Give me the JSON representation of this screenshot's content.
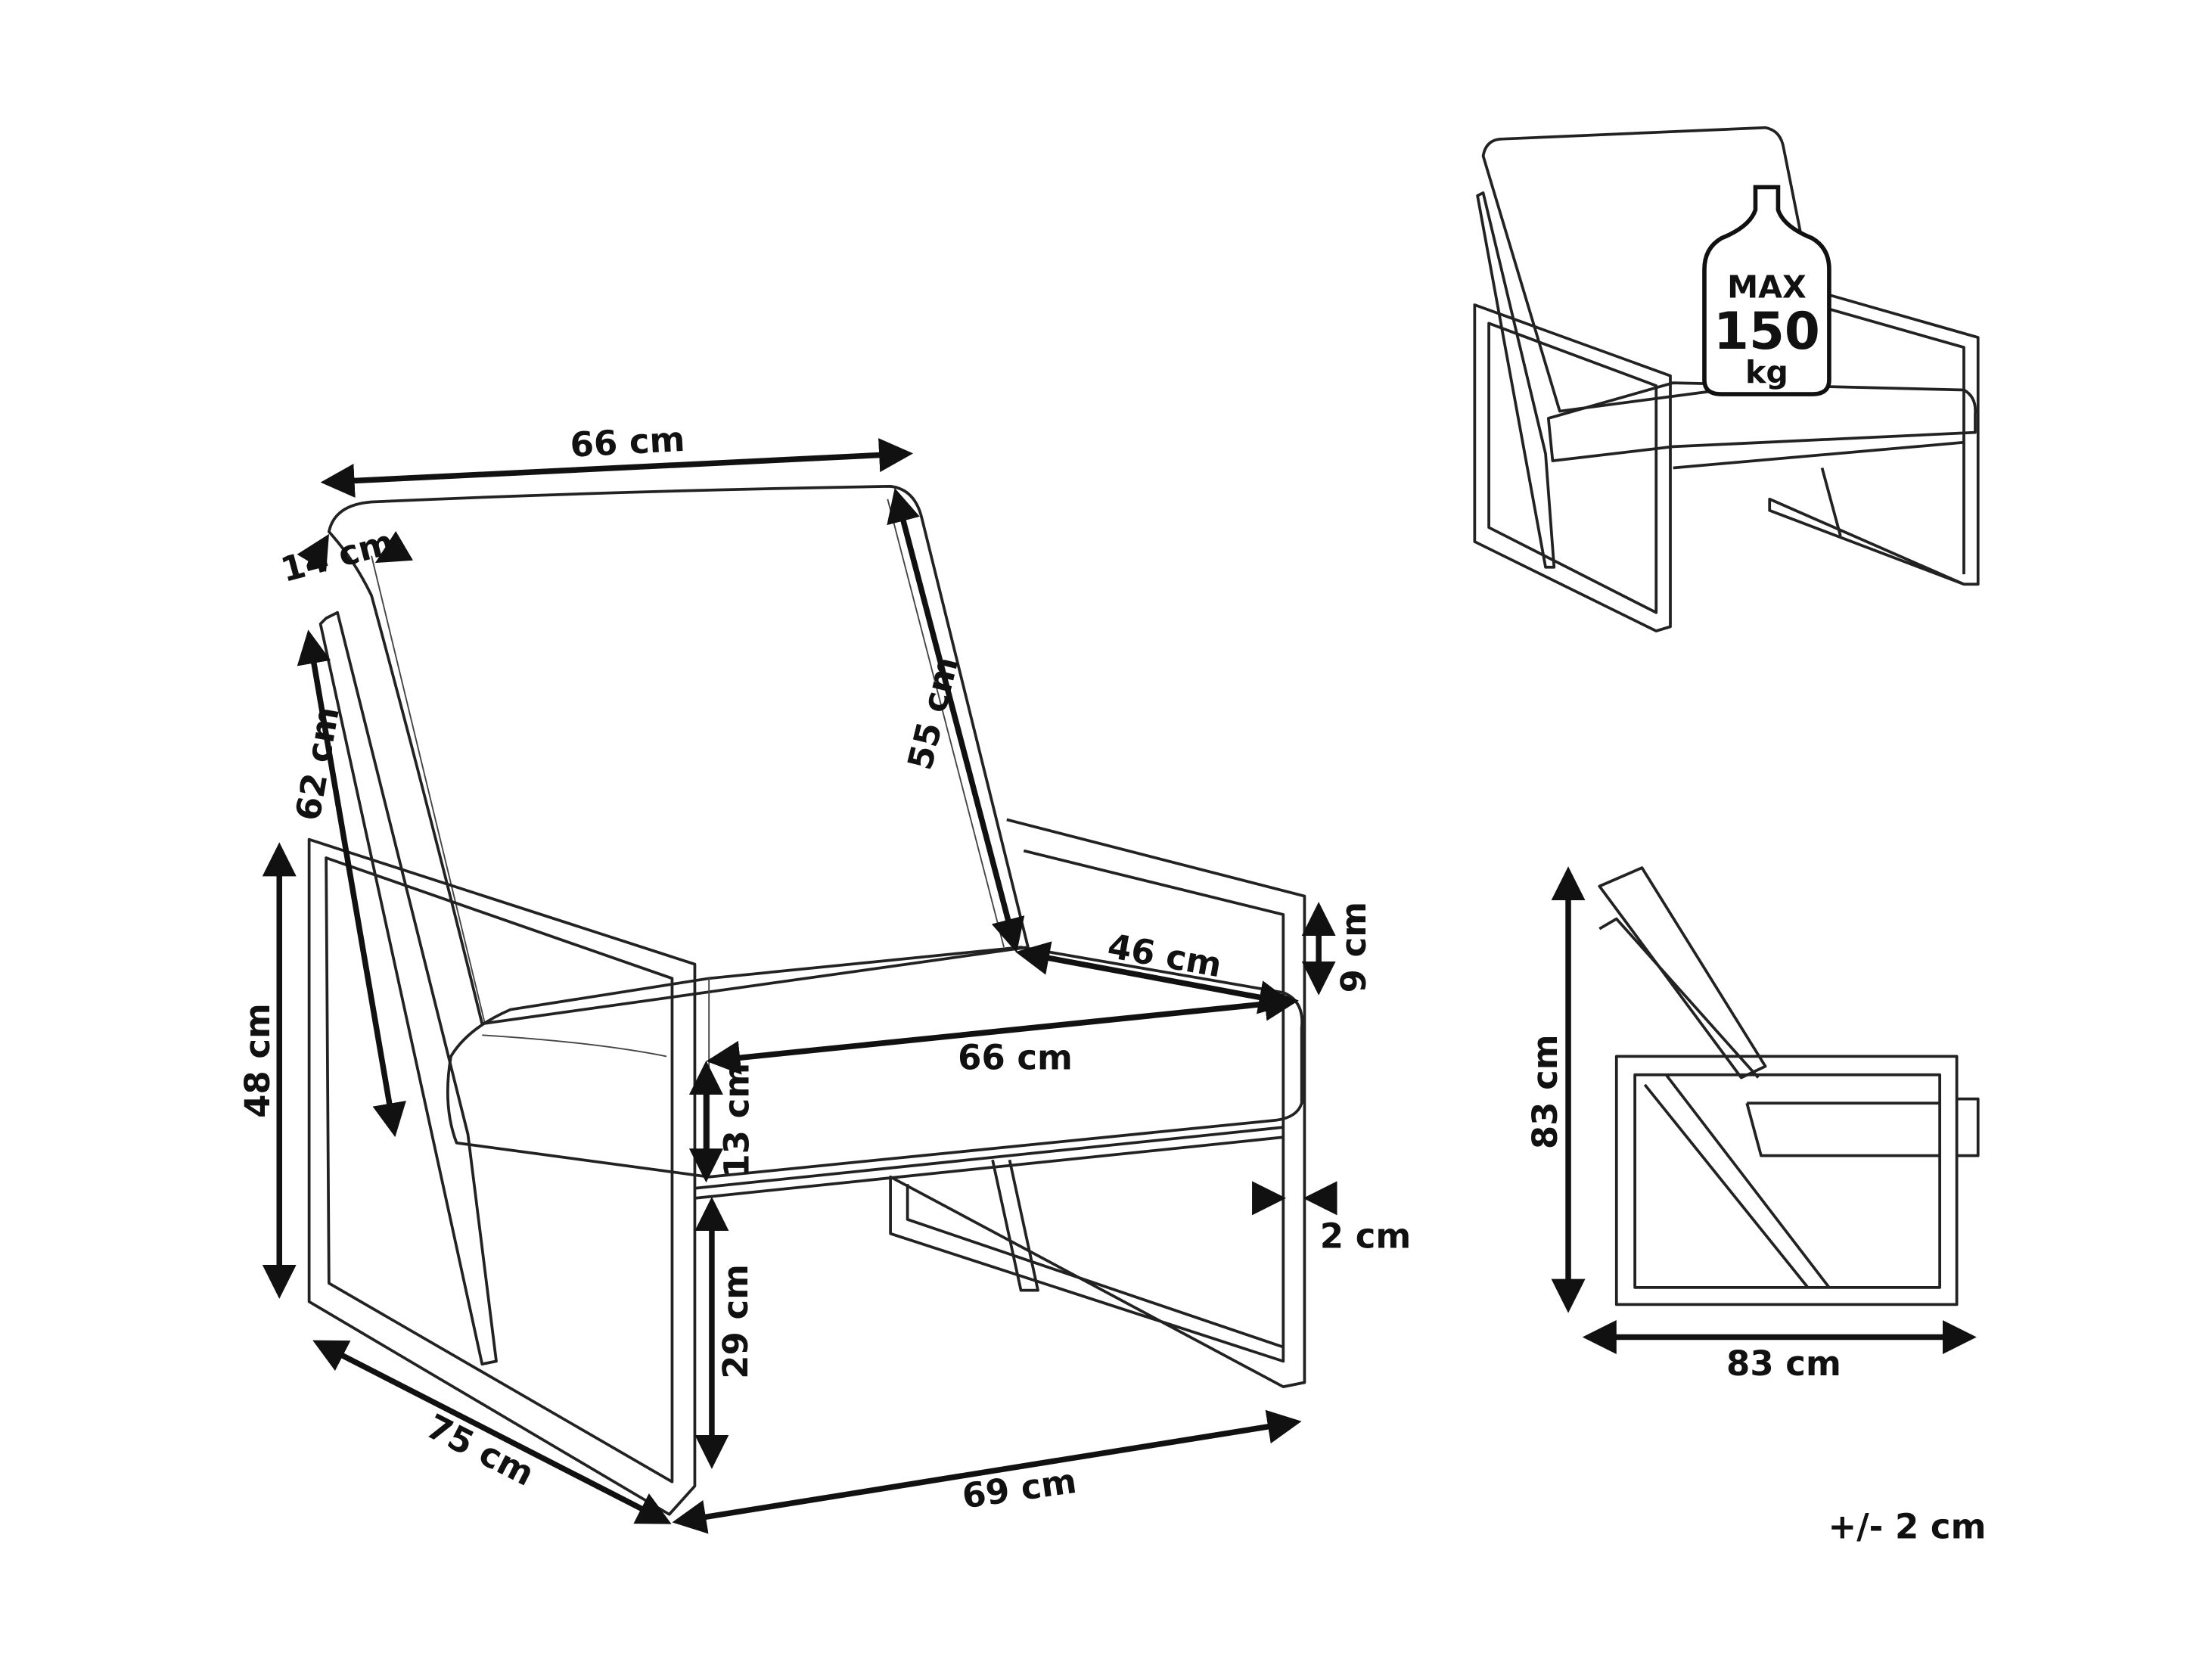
{
  "labels": {
    "backrest_width": "66 cm",
    "backrest_thickness": "14 cm",
    "backrest_frame_height": "62 cm",
    "backrest_height": "55 cm",
    "armrest_height": "48 cm",
    "seat_depth": "46 cm",
    "armrest_above_seat": "9 cm",
    "seat_width": "66 cm",
    "seat_cushion_height": "13 cm",
    "frame_thickness": "2 cm",
    "seat_height": "29 cm",
    "depth": "75 cm",
    "width": "69 cm",
    "side_height": "83 cm",
    "side_depth": "83 cm",
    "tolerance": "+/- 2 cm"
  },
  "max_load": {
    "line1": "MAX",
    "line2": "150",
    "line3": "kg"
  },
  "colors": {
    "line": "#222222",
    "background": "#ffffff"
  }
}
